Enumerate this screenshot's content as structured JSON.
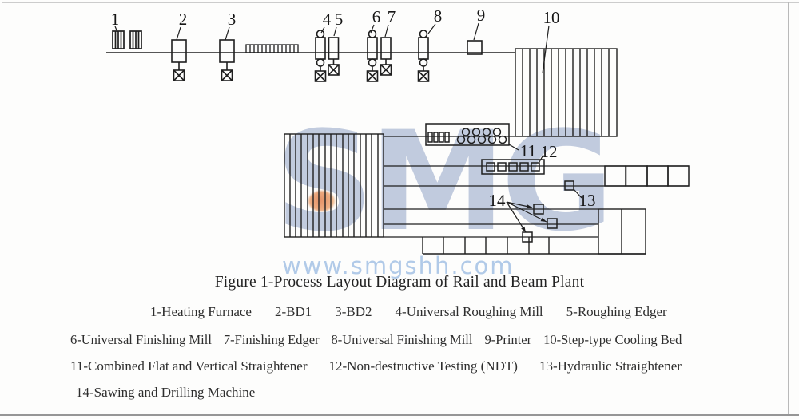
{
  "colors": {
    "diagram_line": "#1f1f1f",
    "watermark_brand": "#b5c1d8",
    "watermark_url": "#a9c5e6",
    "watermark_accent": "#e07f4e",
    "text": "#262626",
    "background": "#fdfdfc"
  },
  "watermark": {
    "brand": "SMG",
    "url": "www.smgshh.com"
  },
  "caption": "Figure 1-Process Layout Diagram of Rail and Beam Plant",
  "diagram": {
    "labels": [
      "1",
      "2",
      "3",
      "4",
      "5",
      "6",
      "7",
      "8",
      "9",
      "10",
      "11",
      "12",
      "13",
      "14"
    ]
  },
  "legend": {
    "rows": [
      [
        "1-Heating Furnace",
        "2-BD1",
        "3-BD2",
        "4-Universal Roughing Mill",
        "5-Roughing Edger"
      ],
      [
        "6-Universal Finishing Mill",
        "7-Finishing Edger",
        "8-Universal Finishing Mill",
        "9-Printer",
        "10-Step-type Cooling Bed"
      ],
      [
        "11-Combined Flat and Vertical Straightener",
        "12-Non-destructive Testing (NDT)",
        "13-Hydraulic Straightener"
      ],
      [
        "14-Sawing and Drilling Machine"
      ]
    ]
  }
}
